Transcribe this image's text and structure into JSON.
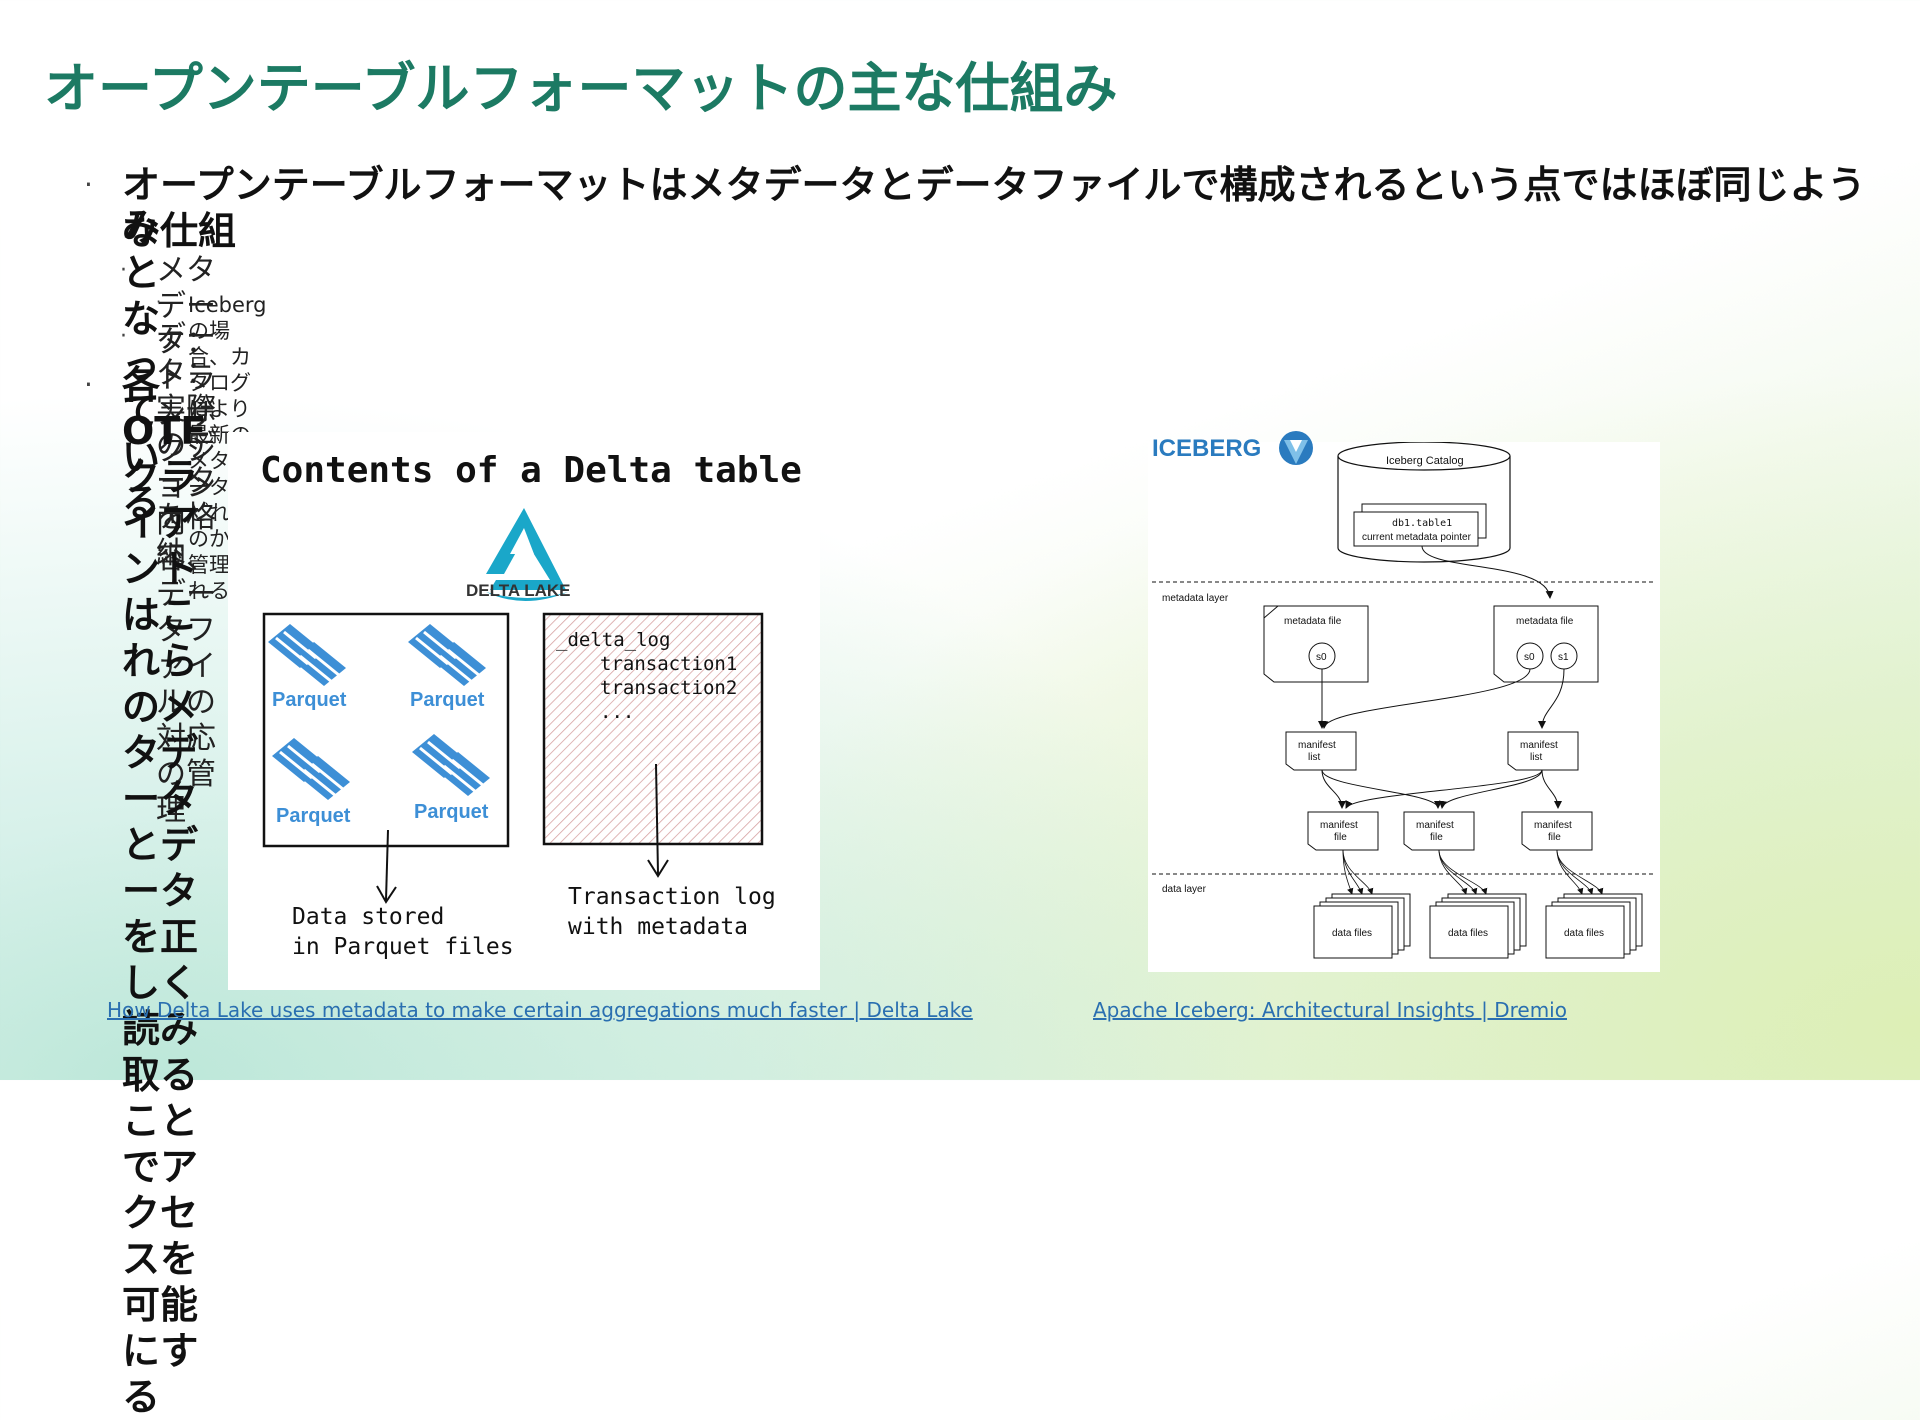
{
  "slide": {
    "title": "オープンテーブルフォーマットの主な仕組み"
  },
  "bullets": {
    "b1_line1": "オープンテーブルフォーマットはメタデータとデータファイルで構成されるという点ではほぼ同じような仕組",
    "b1_line2": "みとなっている",
    "b1_sub1": "メタデータ：トランザクション内容、データファイルの対応の管理",
    "b1_sub1_sub1": "Iceberg の場合、カタログにより最新のメタデータがどれなのかが管理される",
    "b1_sub2": "データ：実際のデータを格納",
    "b2": "各 OTF クライアントはこれらのメタデータとデータを正しく読み取ることでアクセスを可能にする"
  },
  "delta_figure": {
    "heading": "Contents of a Delta table",
    "logo_text": "DELTA LAKE",
    "parquet_label": "Parquet",
    "log_lines": [
      "_delta_log",
      "transaction1",
      "transaction2",
      "..."
    ],
    "caption_data": [
      "Data stored",
      "in Parquet files"
    ],
    "caption_log": [
      "Transaction log",
      "with metadata"
    ]
  },
  "iceberg_figure": {
    "logo_text": "ICEBERG",
    "catalog_label": "Iceberg Catalog",
    "pointer_line1": "db1.table1",
    "pointer_line2": "current metadata pointer",
    "metadata_layer": "metadata layer",
    "data_layer": "data layer",
    "metadata_file": "metadata file",
    "snapshot_s0": "s0",
    "snapshot_s1": "s1",
    "manifest_list": [
      "manifest",
      "list"
    ],
    "manifest_file": [
      "manifest",
      "file"
    ],
    "data_files": "data files"
  },
  "links": {
    "delta": "How Delta Lake uses metadata to make certain aggregations much faster | Delta Lake",
    "iceberg": "Apache Iceberg: Architectural Insights | Dremio"
  },
  "colors": {
    "title": "#1c7a63",
    "link": "#2a6fb0",
    "delta_logo": "#1aa7c9",
    "parquet": "#3d8fd6",
    "log_hatch": "#d9a0a0"
  }
}
